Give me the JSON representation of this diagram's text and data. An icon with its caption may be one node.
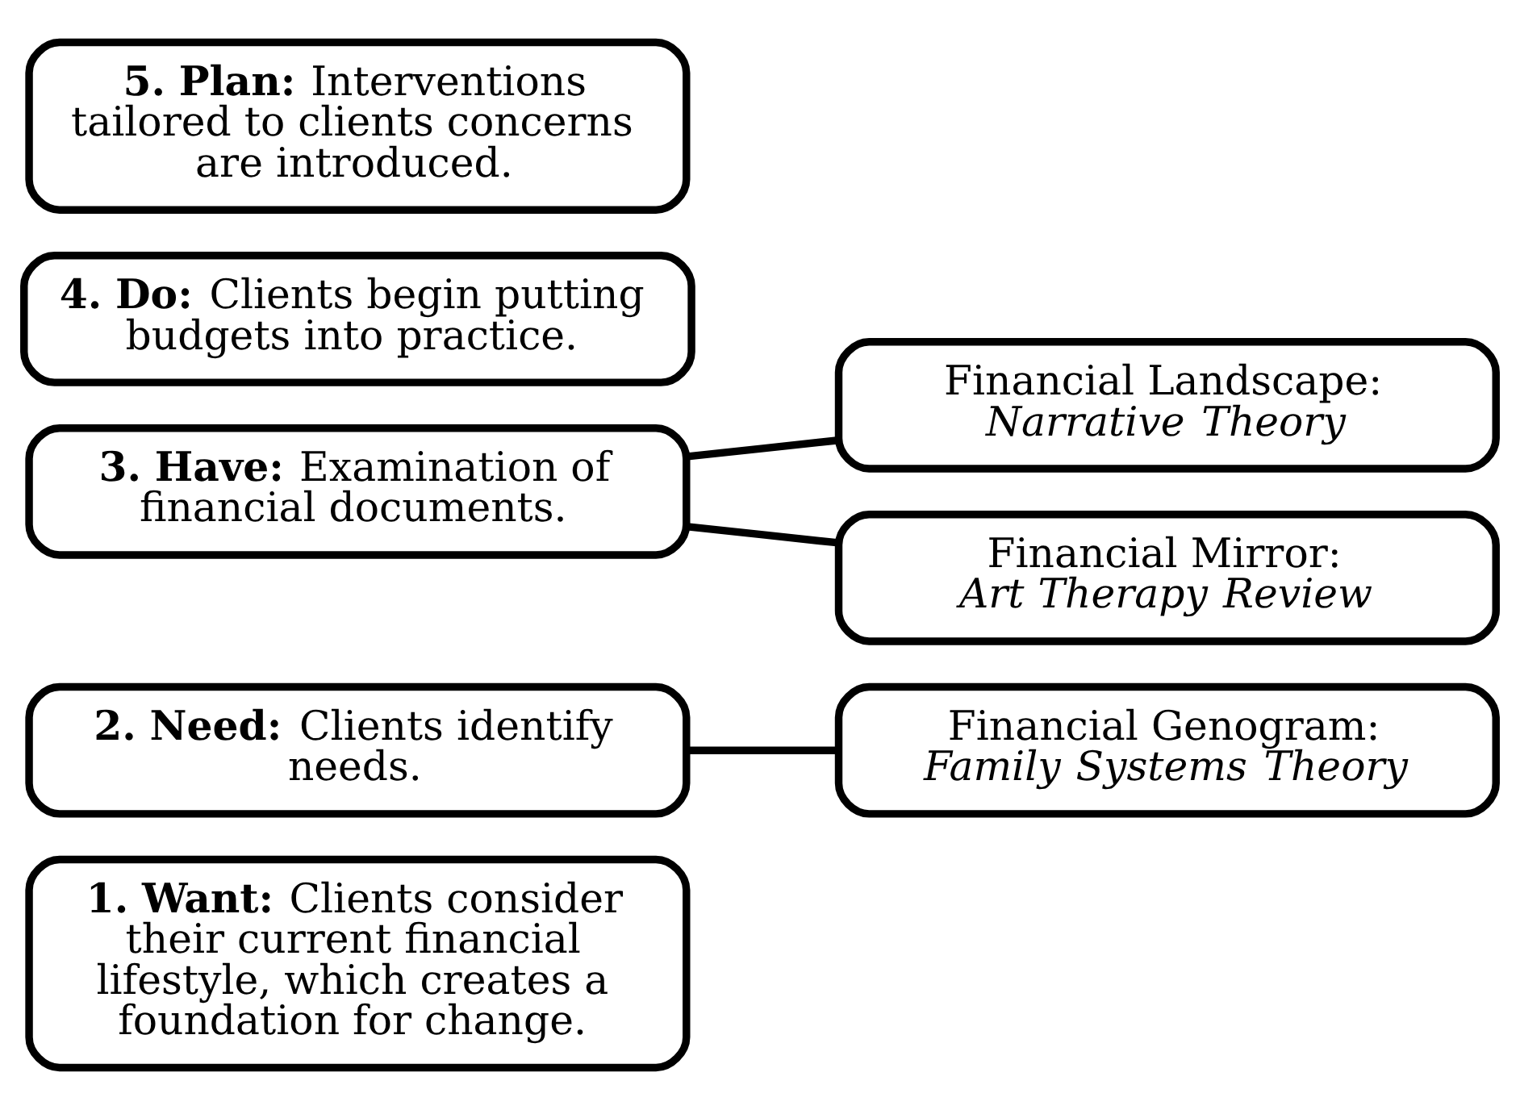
{
  "diagram": {
    "nodes": [
      {
        "text": [
          "**1. Want:** Clients consider their current financial lifestyle, which creates a foundation for change."
        ]
      },
      {
        "text": [
          "**2. Need:** Clients identify needs."
        ]
      },
      {
        "text": [
          "**3. Have:** Examination of financial documents."
        ]
      },
      {
        "text": [
          "**4. Do:** Clients begin putting budgets into practice."
        ]
      },
      {
        "text": [
          "**5. Plan:** Interventions tailored to clients concerns are introduced."
        ]
      },
      {
        "text": [
          "Financial Genogram:",
          "*Family Systems Theory*"
        ]
      },
      {
        "text": [
          "Financial Landscape:",
          "*Narrative Theory*"
        ]
      },
      {
        "text": [
          "Financial Mirror:",
          "*Art Therapy Review*"
        ]
      }
    ],
    "edges": [
      {
        "from": 1,
        "to": 5,
        "arrow": "none"
      },
      {
        "from": 2,
        "to": 6,
        "arrow": "none"
      },
      {
        "from": 2,
        "to": 7,
        "arrow": "none"
      }
    ]
  }
}
